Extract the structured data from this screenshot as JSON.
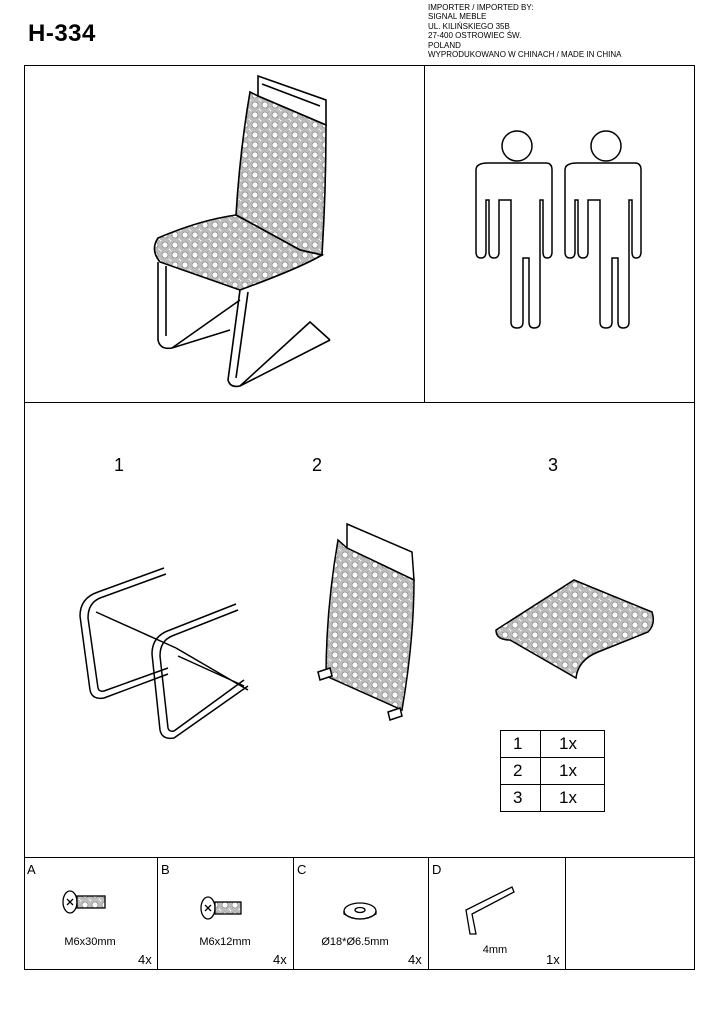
{
  "header": {
    "model_code": "H-334",
    "importer_lines": [
      "IMPORTER / IMPORTED BY:",
      "SIGNAL MEBLE",
      "UL. KILIŃSKIEGO 35B",
      "27-400 OSTROWIEC ŚW.",
      "POLAND",
      "WYPRODUKOWANO W CHINACH / MADE IN CHINA"
    ]
  },
  "steps": {
    "labels": [
      "1",
      "2",
      "3"
    ]
  },
  "parts_table": {
    "rows": [
      {
        "part": "1",
        "qty": "1x"
      },
      {
        "part": "2",
        "qty": "1x"
      },
      {
        "part": "3",
        "qty": "1x"
      }
    ]
  },
  "hardware": [
    {
      "letter": "A",
      "name": "bolt-long-icon",
      "size": "M6x30mm",
      "count": "4x"
    },
    {
      "letter": "B",
      "name": "bolt-short-icon",
      "size": "M6x12mm",
      "count": "4x"
    },
    {
      "letter": "C",
      "name": "washer-icon",
      "size": "Ø18*Ø6.5mm",
      "count": "4x"
    },
    {
      "letter": "D",
      "name": "allen-key-icon",
      "size": "4mm",
      "count": "1x"
    }
  ],
  "colors": {
    "line": "#000000",
    "fabric_fill": "#c8c8c8"
  }
}
